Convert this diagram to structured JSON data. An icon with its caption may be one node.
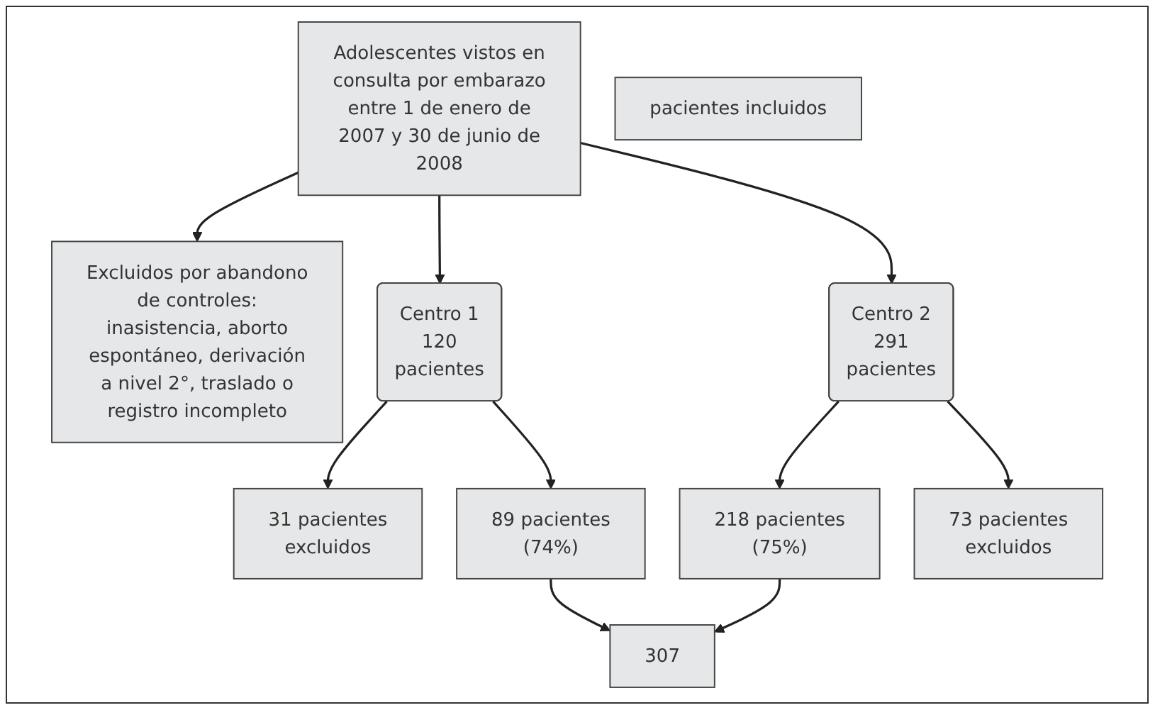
{
  "diagram": {
    "nodes": [
      {
        "text": [
          "Adolescentes vistos en consulta por embarazo entre 1 de enero de 2007 y 30 de junio de 2008"
        ]
      },
      {
        "text": [
          "Excluidos por abandono de controles: inasistencia, aborto espontáneo, derivación a nivel 2°, traslado o registro incompleto"
        ]
      },
      {
        "text": [
          "Centro 1 120 pacientes"
        ]
      },
      {
        "text": [
          "Centro 2 291 pacientes"
        ]
      },
      {
        "text": [
          "31 pacientes excluidos"
        ]
      },
      {
        "text": [
          "89 pacientes (74%)"
        ]
      },
      {
        "text": [
          "218 pacientes (75%)"
        ]
      },
      {
        "text": [
          "73 pacientes excluidos"
        ]
      },
      {
        "text": [
          "307"
        ]
      },
      {
        "text": [
          "pacientes incluidos"
        ]
      }
    ],
    "edges": [
      {
        "from": 0,
        "to": 1,
        "arrow": "to"
      },
      {
        "from": 0,
        "to": 2,
        "arrow": "to"
      },
      {
        "from": 0,
        "to": 3,
        "arrow": "to"
      },
      {
        "from": 2,
        "to": 4,
        "arrow": "to"
      },
      {
        "from": 2,
        "to": 5,
        "arrow": "to"
      },
      {
        "from": 3,
        "to": 6,
        "arrow": "to"
      },
      {
        "from": 3,
        "to": 7,
        "arrow": "to"
      },
      {
        "from": 5,
        "to": 8,
        "arrow": "to"
      },
      {
        "from": 6,
        "to": 8,
        "arrow": "to"
      }
    ]
  }
}
